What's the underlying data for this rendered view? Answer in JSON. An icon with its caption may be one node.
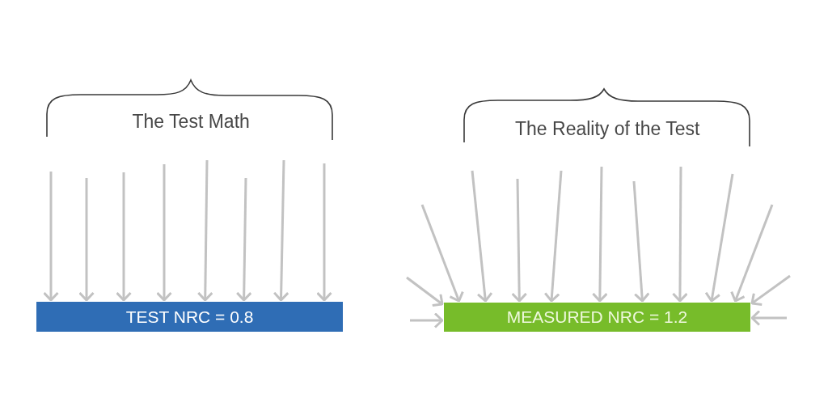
{
  "diagram": {
    "nodes": [
      {
        "text": [
          "TEST NRC = 0.8"
        ]
      },
      {
        "text": [
          "MEASURED NRC = 1.2"
        ]
      }
    ],
    "edges": [
      {
        "from": null,
        "to": 0,
        "arrow": "to"
      },
      {
        "from": null,
        "to": 0,
        "arrow": "to"
      },
      {
        "from": null,
        "to": 0,
        "arrow": "to"
      },
      {
        "from": null,
        "to": 0,
        "arrow": "to"
      },
      {
        "from": null,
        "to": 0,
        "arrow": "to"
      },
      {
        "from": null,
        "to": 0,
        "arrow": "to"
      },
      {
        "from": null,
        "to": 0,
        "arrow": "to"
      },
      {
        "from": null,
        "to": 0,
        "arrow": "to"
      },
      {
        "from": null,
        "to": 1,
        "arrow": "to"
      },
      {
        "from": null,
        "to": 1,
        "arrow": "to"
      },
      {
        "from": null,
        "to": 1,
        "arrow": "to"
      },
      {
        "from": null,
        "to": 1,
        "arrow": "to"
      },
      {
        "from": null,
        "to": 1,
        "arrow": "to"
      },
      {
        "from": null,
        "to": 1,
        "arrow": "to"
      },
      {
        "from": null,
        "to": 1,
        "arrow": "to"
      },
      {
        "from": null,
        "to": 1,
        "arrow": "to"
      },
      {
        "from": null,
        "to": 1,
        "arrow": "to"
      },
      {
        "from": null,
        "to": 1,
        "arrow": "to"
      },
      {
        "from": null,
        "to": 1,
        "arrow": "to"
      },
      {
        "from": null,
        "to": 1,
        "arrow": "to"
      },
      {
        "from": null,
        "to": 1,
        "arrow": "to"
      }
    ],
    "labels": [
      "The Test Math",
      "The Reality of the Test"
    ]
  }
}
